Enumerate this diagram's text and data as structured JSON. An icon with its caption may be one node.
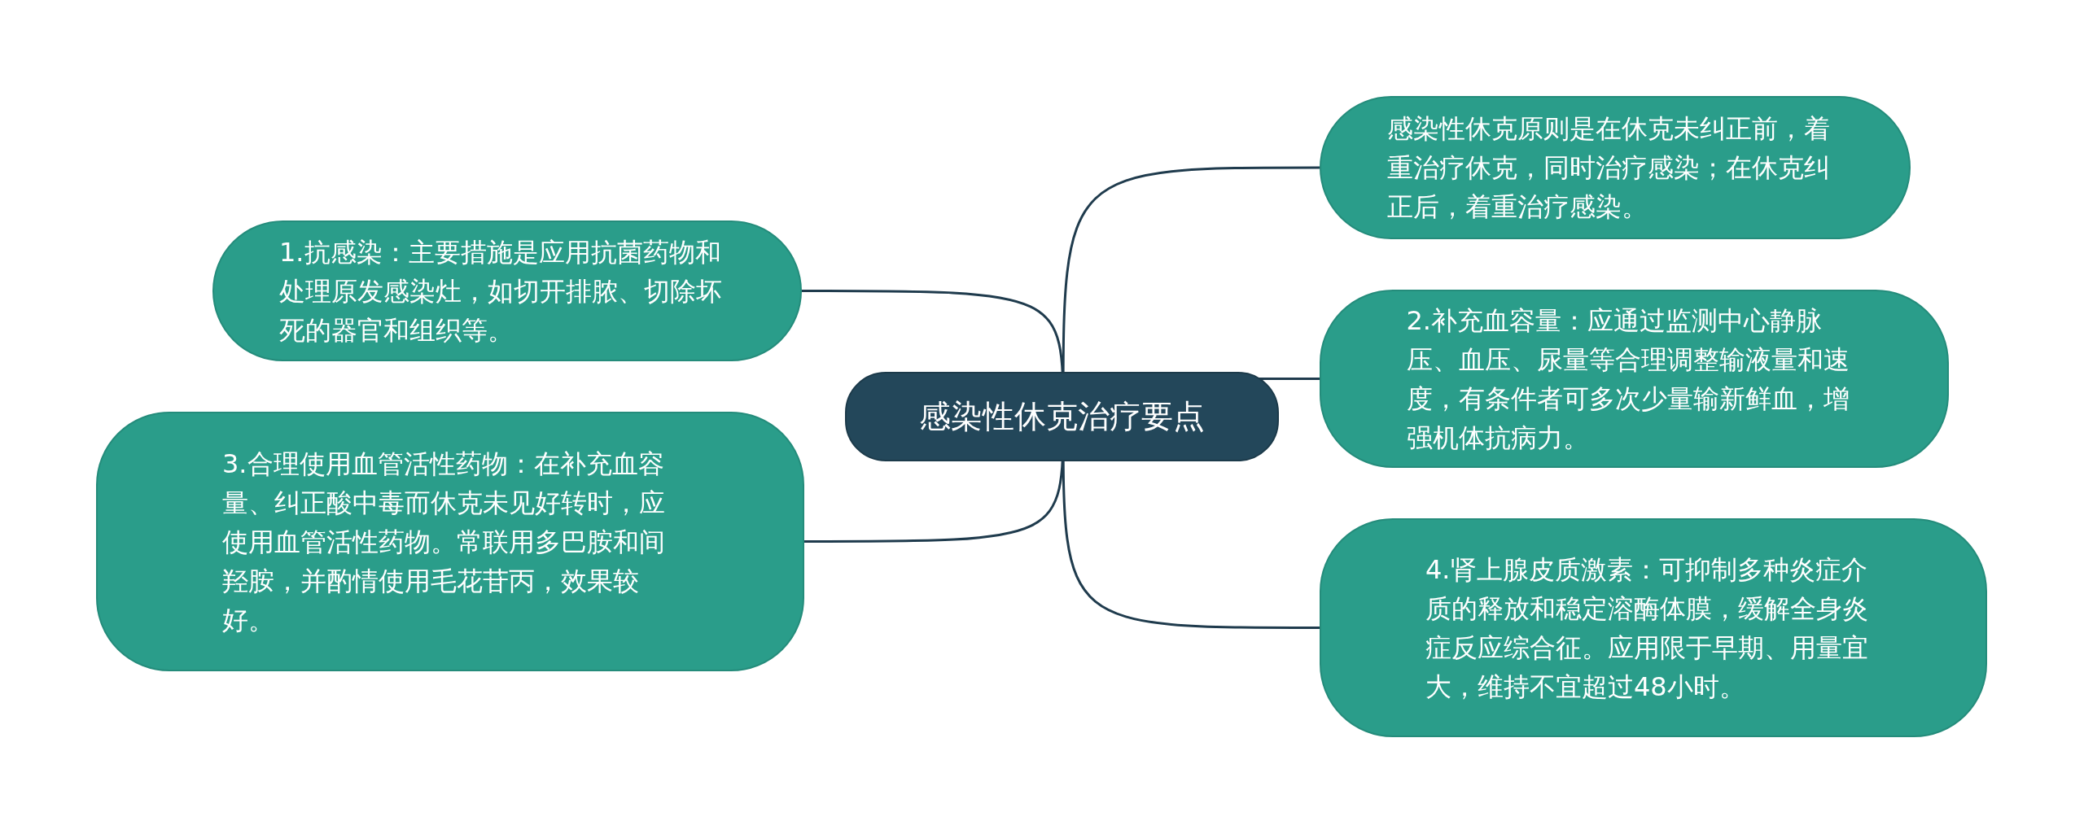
{
  "diagram": {
    "nodes": [
      {
        "text": [
          "感染性休克治疗要点"
        ]
      },
      {
        "text": [
          "感染性休克原则是在休克未纠正前，着重治疗休克，同时治疗感染；在休克纠正后，着重治疗感染。"
        ]
      },
      {
        "text": [
          "1.抗感染：主要措施是应用抗菌药物和处理原发感染灶，如切开排脓、切除坏死的器官和组织等。"
        ]
      },
      {
        "text": [
          "2.补充血容量：应通过监测中心静脉压、血压、尿量等合理调整输液量和速度，有条件者可多次少量输新鲜血，增强机体抗病力。"
        ]
      },
      {
        "text": [
          "3.合理使用血管活性药物：在补充血容量、纠正酸中毒而休克未见好转时，应使用血管活性药物。常联用多巴胺和间羟胺，并酌情使用毛花苷丙，效果较好。"
        ]
      },
      {
        "text": [
          "4.肾上腺皮质激素：可抑制多种炎症介质的释放和稳定溶酶体膜，缓解全身炎症反应综合征。应用限于早期、用量宜大，维持不宜超过48小时。"
        ]
      }
    ],
    "edges": [
      {
        "from": 0,
        "to": 1,
        "arrow": "none"
      },
      {
        "from": 0,
        "to": 2,
        "arrow": "none"
      },
      {
        "from": 0,
        "to": 3,
        "arrow": "none"
      },
      {
        "from": 0,
        "to": 4,
        "arrow": "none"
      },
      {
        "from": 0,
        "to": 5,
        "arrow": "none"
      }
    ]
  }
}
